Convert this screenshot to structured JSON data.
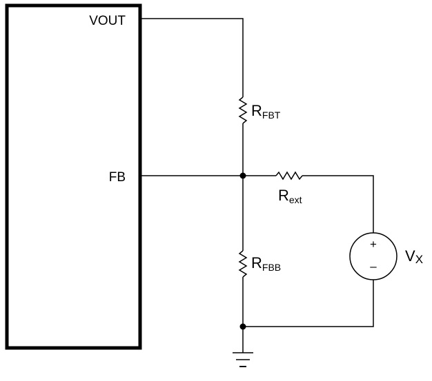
{
  "diagram": {
    "ic_pins": {
      "vout": "VOUT",
      "fb": "FB"
    },
    "resistors": {
      "top": {
        "main": "R",
        "sub": "FBT"
      },
      "bottom": {
        "main": "R",
        "sub": "FBB"
      },
      "external": {
        "main": "R",
        "sub": "ext"
      }
    },
    "voltage_source": {
      "label_main": "V",
      "label_sub": "X",
      "plus": "+",
      "minus": "–"
    },
    "colors": {
      "line": "#000000",
      "background": "#ffffff"
    }
  }
}
